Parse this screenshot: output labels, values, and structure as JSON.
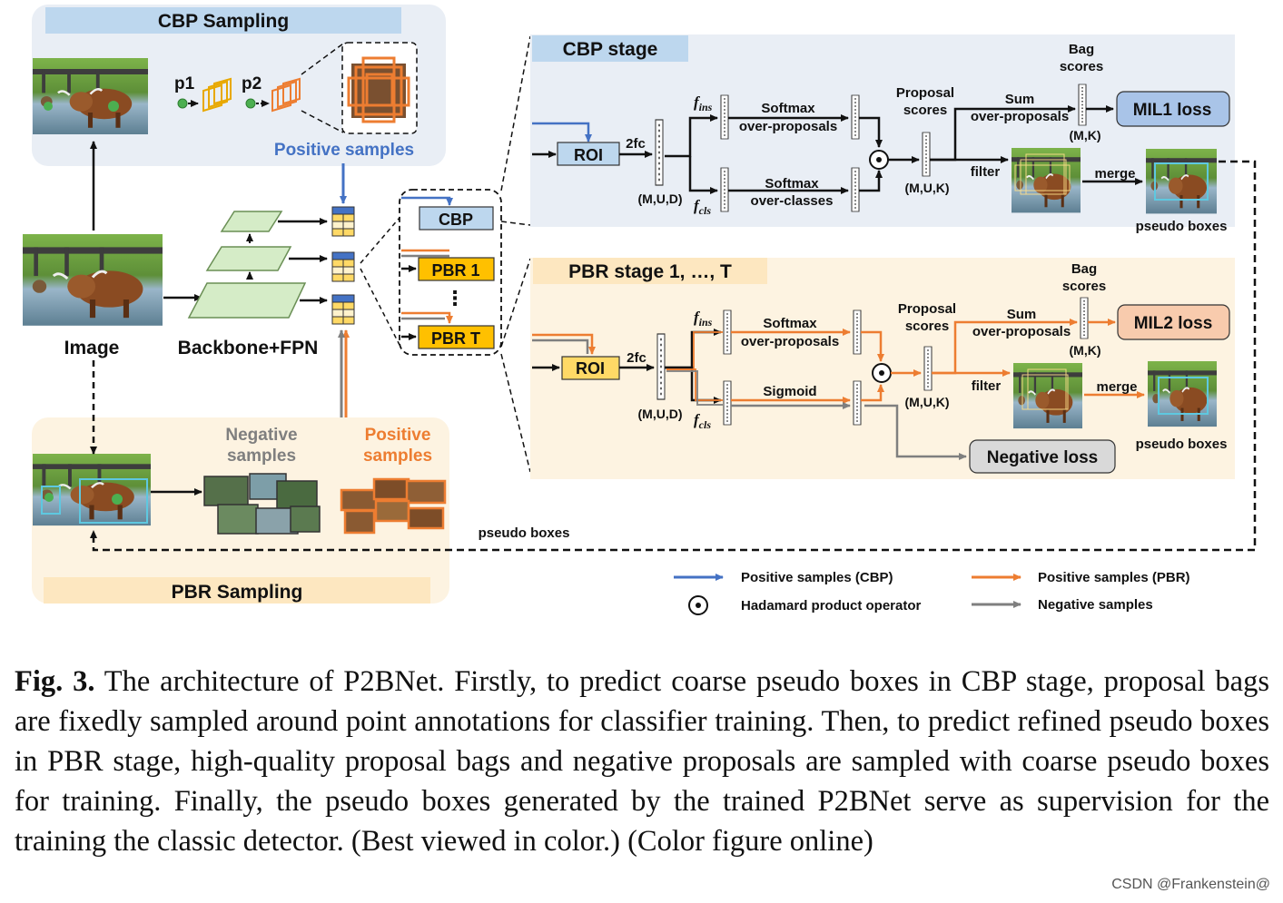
{
  "titles": {
    "cbp_sampling": "CBP Sampling",
    "pbr_sampling": "PBR Sampling",
    "cbp_stage": "CBP stage",
    "pbr_stage": "PBR stage  1, …, T"
  },
  "left": {
    "p1": "p1",
    "p2": "p2",
    "positive_samples": "Positive samples",
    "image": "Image",
    "backbone": "Backbone+FPN",
    "negative_samples_l1": "Negative",
    "negative_samples_l2": "samples",
    "positive_samples_l1": "Positive",
    "positive_samples_l2": "samples",
    "pseudo_boxes": "pseudo boxes"
  },
  "stages": {
    "cbp": "CBP",
    "pbr1": "PBR 1",
    "ellipsis": "⋮",
    "pbrT": "PBR T"
  },
  "cbp_head": {
    "roi": "ROI",
    "fc": "2fc",
    "mud": "(M,U,D)",
    "f_ins": "f",
    "f_ins_sub": "ins",
    "f_cls": "f",
    "f_cls_sub": "cls",
    "softmax1_l1": "Softmax",
    "softmax1_l2": "over-proposals",
    "softmax2_l1": "Softmax",
    "softmax2_l2": "over-classes",
    "proposal_l1": "Proposal",
    "proposal_l2": "scores",
    "muk": "(M,U,K)",
    "sum_l1": "Sum",
    "sum_l2": "over-proposals",
    "bag_l1": "Bag",
    "bag_l2": "scores",
    "mk": "(M,K)",
    "loss": "MIL1 loss",
    "filter": "filter",
    "merge": "merge",
    "pseudo_boxes": "pseudo boxes"
  },
  "pbr_head": {
    "roi": "ROI",
    "fc": "2fc",
    "mud": "(M,U,D)",
    "f_ins": "f",
    "f_ins_sub": "ins",
    "f_cls": "f",
    "f_cls_sub": "cls",
    "softmax_l1": "Softmax",
    "softmax_l2": "over-proposals",
    "sigmoid": "Sigmoid",
    "proposal_l1": "Proposal",
    "proposal_l2": "scores",
    "muk": "(M,U,K)",
    "sum_l1": "Sum",
    "sum_l2": "over-proposals",
    "bag_l1": "Bag",
    "bag_l2": "scores",
    "mk": "(M,K)",
    "loss": "MIL2 loss",
    "neg_loss": "Negative loss",
    "filter": "filter",
    "merge": "merge",
    "pseudo_boxes": "pseudo boxes"
  },
  "legend": {
    "pos_cbp": "Positive samples (CBP)",
    "pos_pbr": "Positive samples (PBR)",
    "hadamard": "Hadamard product operator",
    "negative": "Negative samples"
  },
  "colors": {
    "blue": "#4472c4",
    "orange": "#ed7d31",
    "gray": "#7f7f7f",
    "cbp_bg": "#e9eef5",
    "pbr_bg": "#fdf3e1",
    "cbp_title_bg": "#bdd7ee",
    "pbr_title_bg": "#fde7c0",
    "pbr_box": "#ffc000",
    "loss_blue": "#a9c4e8",
    "loss_orange": "#f8cbad",
    "neg_loss_bg": "#d9d9d9",
    "fpn_green": "#d5ecc7"
  },
  "caption": {
    "fig": "Fig. 3.",
    "text": " The architecture of P2BNet. Firstly, to predict coarse pseudo boxes in CBP stage, proposal bags are fixedly sampled around point annotations for classifier training. Then, to predict refined pseudo boxes in PBR stage, high-quality proposal bags and negative proposals are sampled with coarse pseudo boxes for training. Finally, the pseudo boxes generated by the trained P2BNet serve as supervision for the training the classic detector. (Best viewed in color.) (Color figure online)"
  },
  "watermark": "CSDN @Frankenstein@"
}
